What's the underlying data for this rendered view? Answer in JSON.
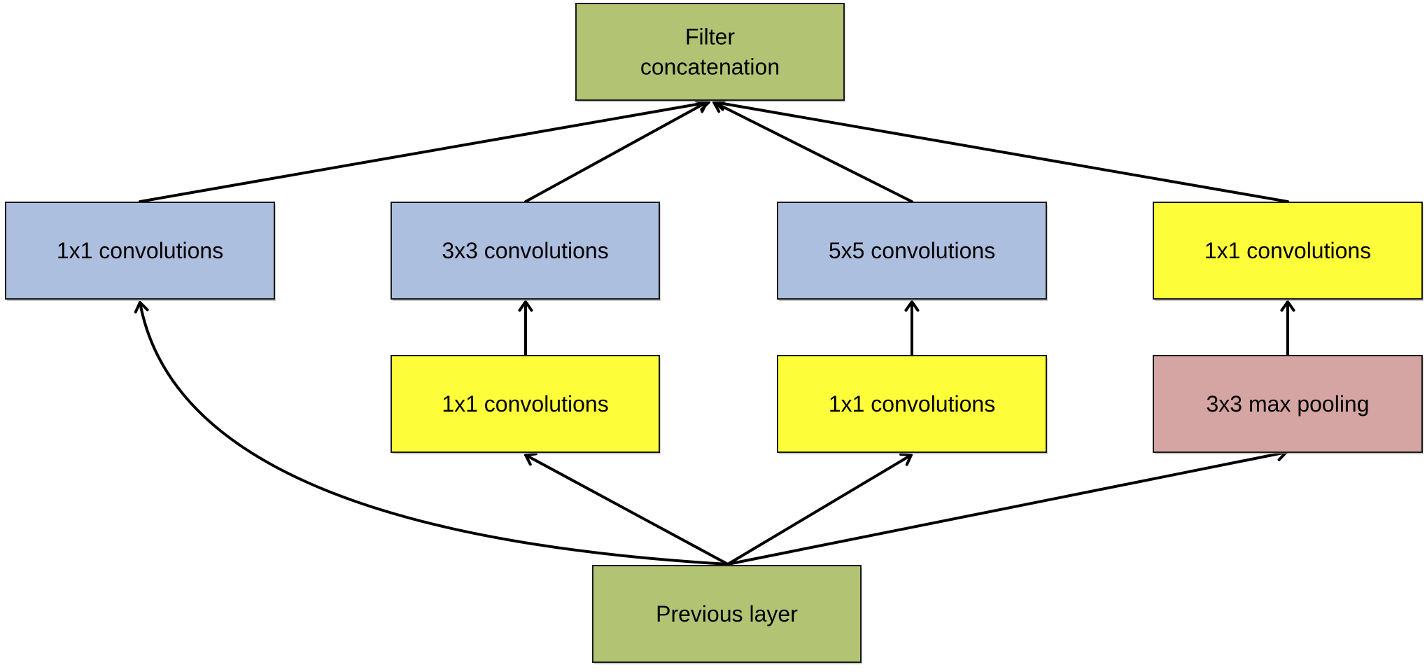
{
  "colors": {
    "green": "#b2c474",
    "blue": "#adbfdf",
    "yellow": "#fdfd3a",
    "pink": "#d4a5a2",
    "edge": "#000000"
  },
  "nodes": [
    {
      "id": "filter_concat",
      "label_lines": [
        "Filter",
        "concatenation"
      ],
      "color": "green"
    },
    {
      "id": "conv1x1_a",
      "label_lines": [
        "1x1 convolutions"
      ],
      "color": "blue"
    },
    {
      "id": "conv3x3",
      "label_lines": [
        "3x3 convolutions"
      ],
      "color": "blue"
    },
    {
      "id": "conv5x5",
      "label_lines": [
        "5x5 convolutions"
      ],
      "color": "blue"
    },
    {
      "id": "conv1x1_d",
      "label_lines": [
        "1x1 convolutions"
      ],
      "color": "yellow"
    },
    {
      "id": "conv1x1_b",
      "label_lines": [
        "1x1 convolutions"
      ],
      "color": "yellow"
    },
    {
      "id": "conv1x1_c",
      "label_lines": [
        "1x1 convolutions"
      ],
      "color": "yellow"
    },
    {
      "id": "maxpool3x3",
      "label_lines": [
        "3x3 max pooling"
      ],
      "color": "pink"
    },
    {
      "id": "previous_layer",
      "label_lines": [
        "Previous layer"
      ],
      "color": "green"
    }
  ],
  "edges": [
    {
      "from": "previous_layer",
      "to": "conv1x1_a"
    },
    {
      "from": "previous_layer",
      "to": "conv1x1_b"
    },
    {
      "from": "previous_layer",
      "to": "conv1x1_c"
    },
    {
      "from": "previous_layer",
      "to": "maxpool3x3"
    },
    {
      "from": "conv1x1_b",
      "to": "conv3x3"
    },
    {
      "from": "conv1x1_c",
      "to": "conv5x5"
    },
    {
      "from": "maxpool3x3",
      "to": "conv1x1_d"
    },
    {
      "from": "conv1x1_a",
      "to": "filter_concat"
    },
    {
      "from": "conv3x3",
      "to": "filter_concat"
    },
    {
      "from": "conv5x5",
      "to": "filter_concat"
    },
    {
      "from": "conv1x1_d",
      "to": "filter_concat"
    }
  ]
}
